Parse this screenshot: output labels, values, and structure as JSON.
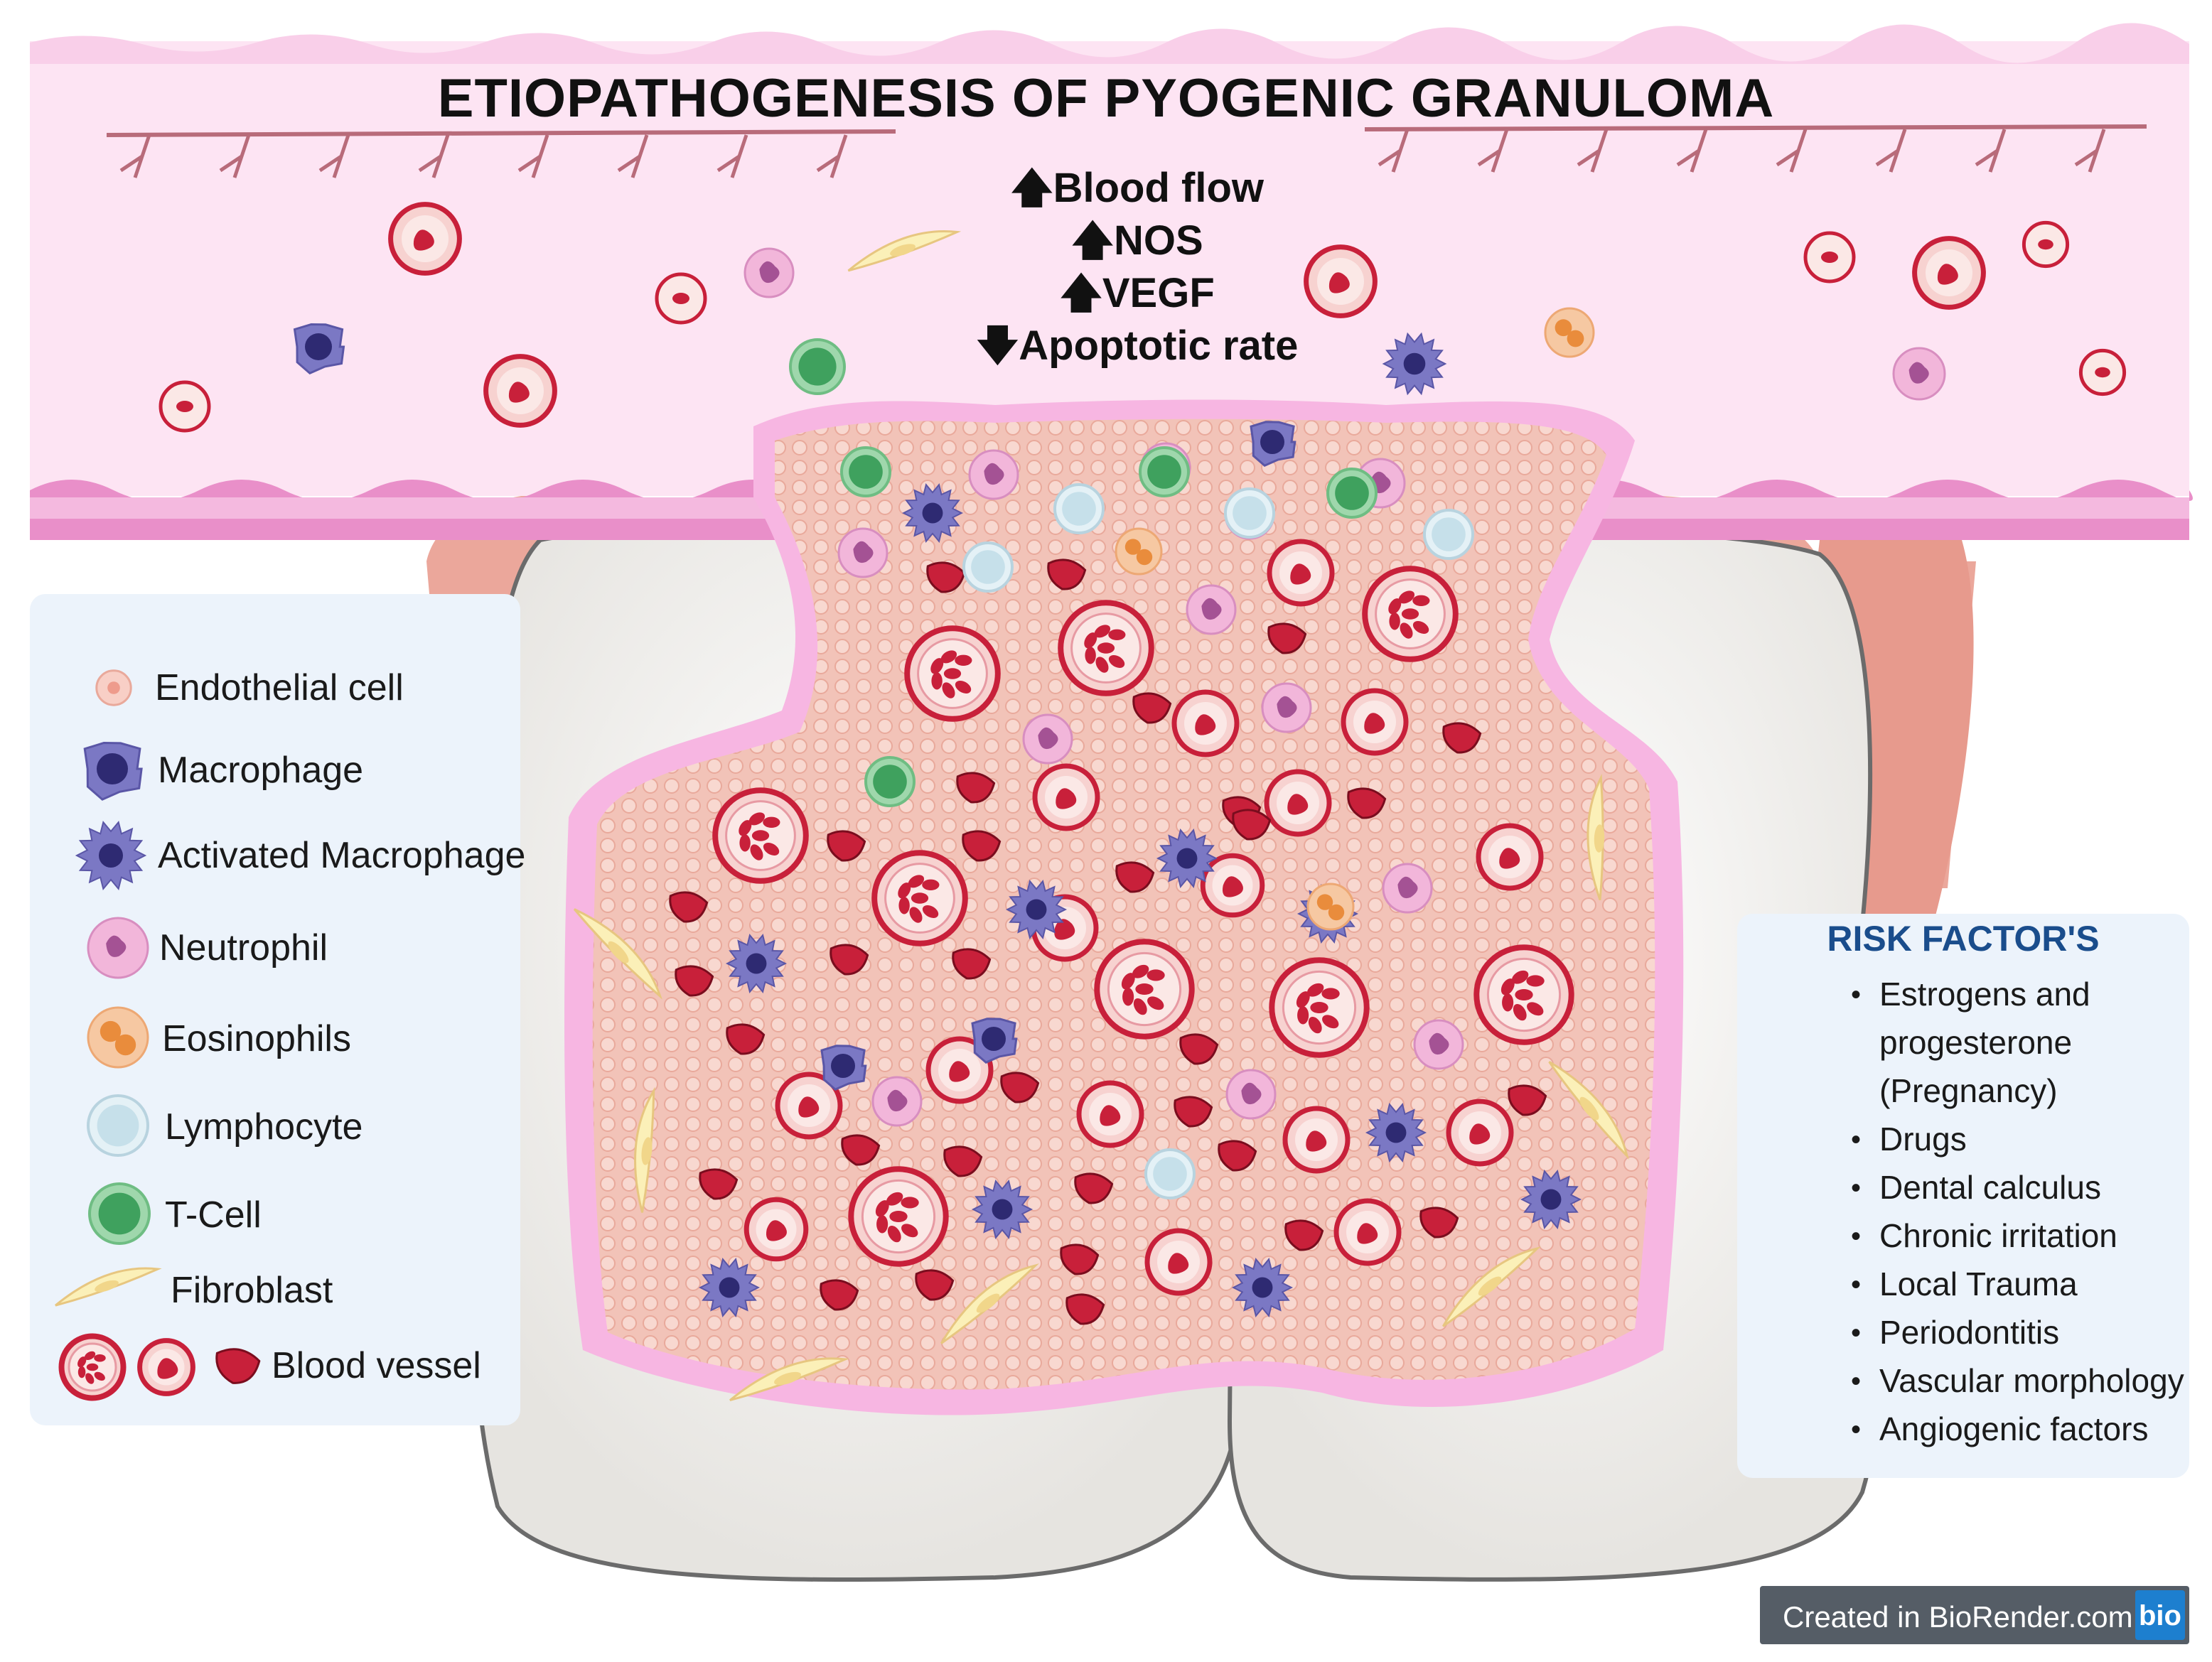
{
  "title": "ETIOPATHOGENESIS OF PYOGENIC GRANULOMA",
  "effects": [
    {
      "arrow": "up",
      "text": "Blood flow"
    },
    {
      "arrow": "up",
      "text": "NOS"
    },
    {
      "arrow": "up",
      "text": "VEGF"
    },
    {
      "arrow": "down",
      "text": "Apoptotic rate"
    }
  ],
  "legend": [
    {
      "key": "endothelial",
      "label": "Endothelial cell"
    },
    {
      "key": "macrophage",
      "label": "Macrophage"
    },
    {
      "key": "activated",
      "label": "Activated Macrophage"
    },
    {
      "key": "neutrophil",
      "label": "Neutrophil"
    },
    {
      "key": "eosinophil",
      "label": "Eosinophils"
    },
    {
      "key": "lymphocyte",
      "label": "Lymphocyte"
    },
    {
      "key": "tcell",
      "label": "T-Cell"
    },
    {
      "key": "fibroblast",
      "label": "Fibroblast"
    },
    {
      "key": "vessel",
      "label": "Blood vessel"
    }
  ],
  "risk_factors": {
    "title": "RISK FACTOR'S",
    "items": [
      "Estrogens and",
      "progesterone",
      "(Pregnancy)",
      "Drugs",
      "Dental calculus",
      "Chronic irritation",
      "Local Trauma",
      "Periodontitis",
      "Vascular morphology",
      "Angiogenic factors"
    ]
  },
  "credit": {
    "text": "Created in BioRender.com",
    "logo": "bio"
  },
  "colors": {
    "epithelium": "#fde4f3",
    "epithelium_edge": "#f0a8d6",
    "lesion": "#f3c6bd",
    "lesion_border": "#f6b9e2",
    "tooth": "#f2f1ef",
    "gingiva": "#eba79b",
    "vessel_red": "#c8203a",
    "legend_bg": "#ecf3fb",
    "risk_title": "#1a4d8c"
  },
  "icons": [
    "up-arrow-icon",
    "down-arrow-icon",
    "bullet-icon",
    "biorender-logo"
  ]
}
